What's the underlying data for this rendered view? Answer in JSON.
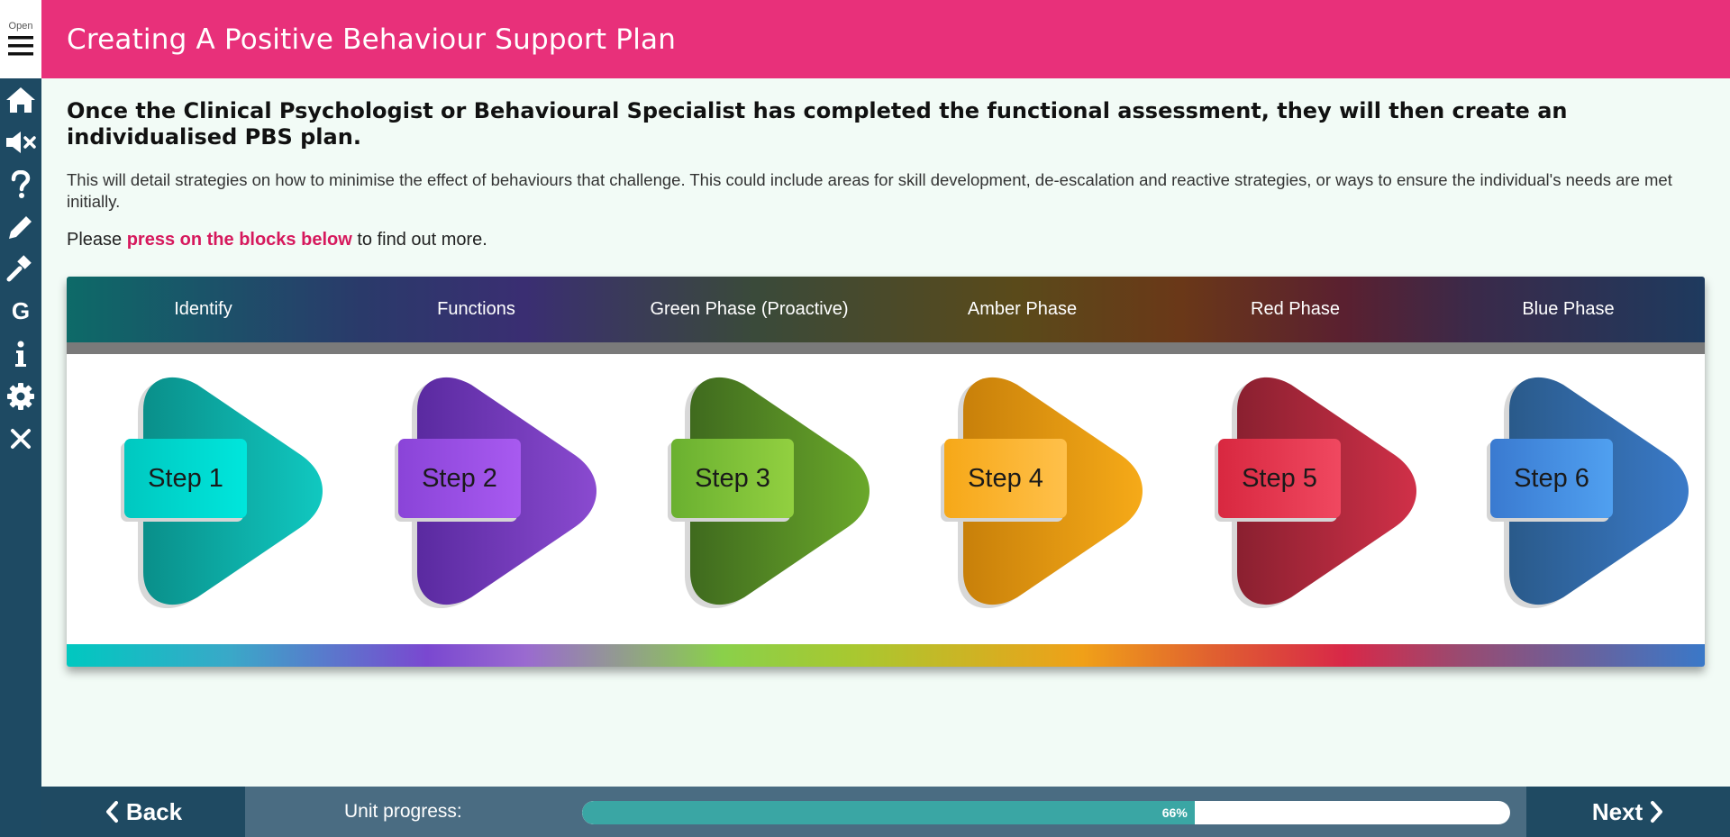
{
  "sidebar": {
    "open_label": "Open",
    "icons": [
      "home-icon",
      "mute-icon",
      "help-icon",
      "pencil-icon",
      "gavel-icon",
      "glossary-icon",
      "info-icon",
      "settings-icon",
      "close-icon"
    ],
    "glossary_letter": "G"
  },
  "header": {
    "title": "Creating A Positive Behaviour Support Plan"
  },
  "content": {
    "lead": "Once the Clinical Psychologist or Behavioural Specialist has completed the functional assessment, they will then create an individualised PBS plan.",
    "description": "This will detail strategies on how to minimise the effect of behaviours that challenge. This could include areas for skill development, de-escalation and reactive strategies, or ways to ensure the individual's needs are met initially.",
    "instruction_prefix": "Please ",
    "instruction_highlight": "press on the blocks below",
    "instruction_suffix": " to find out more."
  },
  "tabs": [
    {
      "label": "Identify"
    },
    {
      "label": "Functions"
    },
    {
      "label": "Green Phase (Proactive)"
    },
    {
      "label": "Amber Phase"
    },
    {
      "label": "Red Phase"
    },
    {
      "label": "Blue Phase"
    }
  ],
  "steps": [
    {
      "label": "Step 1",
      "dark": "#0a8f8a",
      "light": "#10c8c0",
      "box_dark": "#00c8c0",
      "box_light": "#00e6dc"
    },
    {
      "label": "Step 2",
      "dark": "#5a2aa0",
      "light": "#8a4ad0",
      "box_dark": "#8a44d8",
      "box_light": "#a85af0"
    },
    {
      "label": "Step 3",
      "dark": "#3f6a1e",
      "light": "#6aa82a",
      "box_dark": "#6ab030",
      "box_light": "#92d040"
    },
    {
      "label": "Step 4",
      "dark": "#c8800a",
      "light": "#f6aa18",
      "box_dark": "#f6a818",
      "box_light": "#ffc04a"
    },
    {
      "label": "Step 5",
      "dark": "#8a2030",
      "light": "#d03048",
      "box_dark": "#d82840",
      "box_light": "#f04860"
    },
    {
      "label": "Step 6",
      "dark": "#2a5a8a",
      "light": "#3a7ac8",
      "box_dark": "#3a7ad0",
      "box_light": "#50a0f0"
    }
  ],
  "footer": {
    "back_label": "Back",
    "next_label": "Next",
    "progress_label": "Unit progress:",
    "progress_value": 66,
    "progress_text": "66%"
  },
  "colors": {
    "header_bg": "#e8307a",
    "sidebar_bg": "#1e4a63",
    "highlight": "#d6195d",
    "progress_fill": "#3aa6a4"
  }
}
